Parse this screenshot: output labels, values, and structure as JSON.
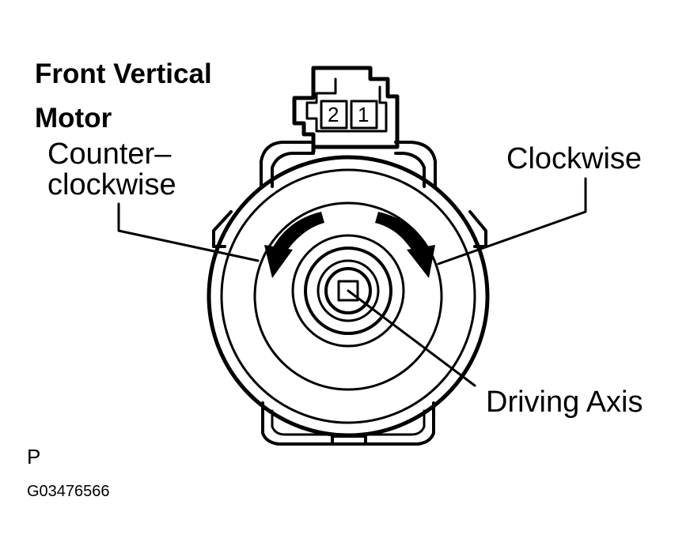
{
  "title": {
    "line1": "Front Vertical",
    "line2": "Motor"
  },
  "labels": {
    "counterclockwise_line1": "Counter–",
    "counterclockwise_line2": "clockwise",
    "clockwise": "Clockwise",
    "driving_axis": "Driving Axis"
  },
  "connector": {
    "pin_2": "2",
    "pin_1": "1"
  },
  "footer": {
    "marker": "P",
    "figure_code": "G03476566"
  }
}
